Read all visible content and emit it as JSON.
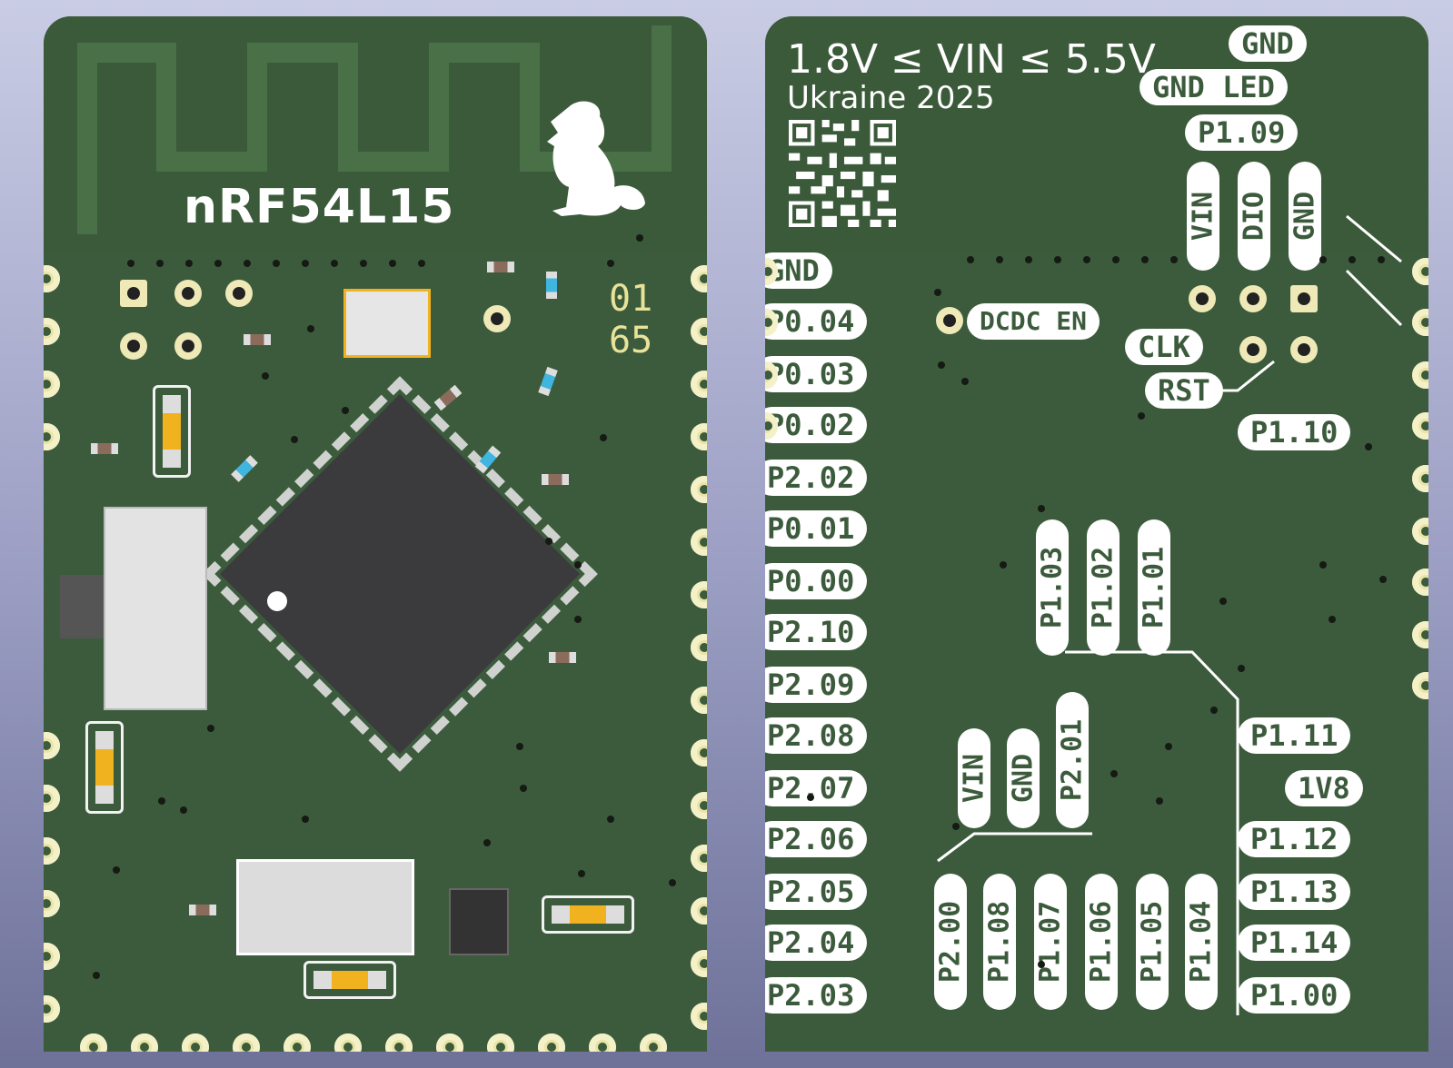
{
  "front": {
    "chip_name": "nRF54L15",
    "version_top": "01",
    "version_bottom": "65"
  },
  "back": {
    "voltage_range": "1.8V ≤ VIN ≤ 5.5V",
    "origin": "Ukraine 2025",
    "top_right_labels": [
      "GND",
      "GND LED",
      "P1.09"
    ],
    "swd_labels": [
      "VIN",
      "DIO",
      "GND"
    ],
    "swd_extra": [
      "CLK",
      "RST"
    ],
    "right_labels": [
      "P1.10",
      "P1.11",
      "1V8",
      "P1.12",
      "P1.13",
      "P1.14",
      "P1.00"
    ],
    "left_labels": [
      "GND",
      "P0.04",
      "P0.03",
      "P0.02",
      "P2.02",
      "P0.01",
      "P0.00",
      "P2.10",
      "P2.09",
      "P2.08",
      "P2.07",
      "P2.06",
      "P2.05",
      "P2.04",
      "P2.03"
    ],
    "dcdc_label": "DCDC EN",
    "center_vertical_labels": [
      "P1.03",
      "P1.02",
      "P1.01"
    ],
    "mid_vertical_labels": [
      "VIN",
      "GND",
      "P2.01"
    ],
    "bottom_vertical_labels": [
      "P2.00",
      "P1.08",
      "P1.07",
      "P1.06",
      "P1.05",
      "P1.04"
    ]
  },
  "colors": {
    "pcb_green": "#3c5b3c",
    "silkscreen": "#ffffff",
    "pad_gold": "#e8e4a6",
    "chip_body": "#3b3b3d"
  }
}
